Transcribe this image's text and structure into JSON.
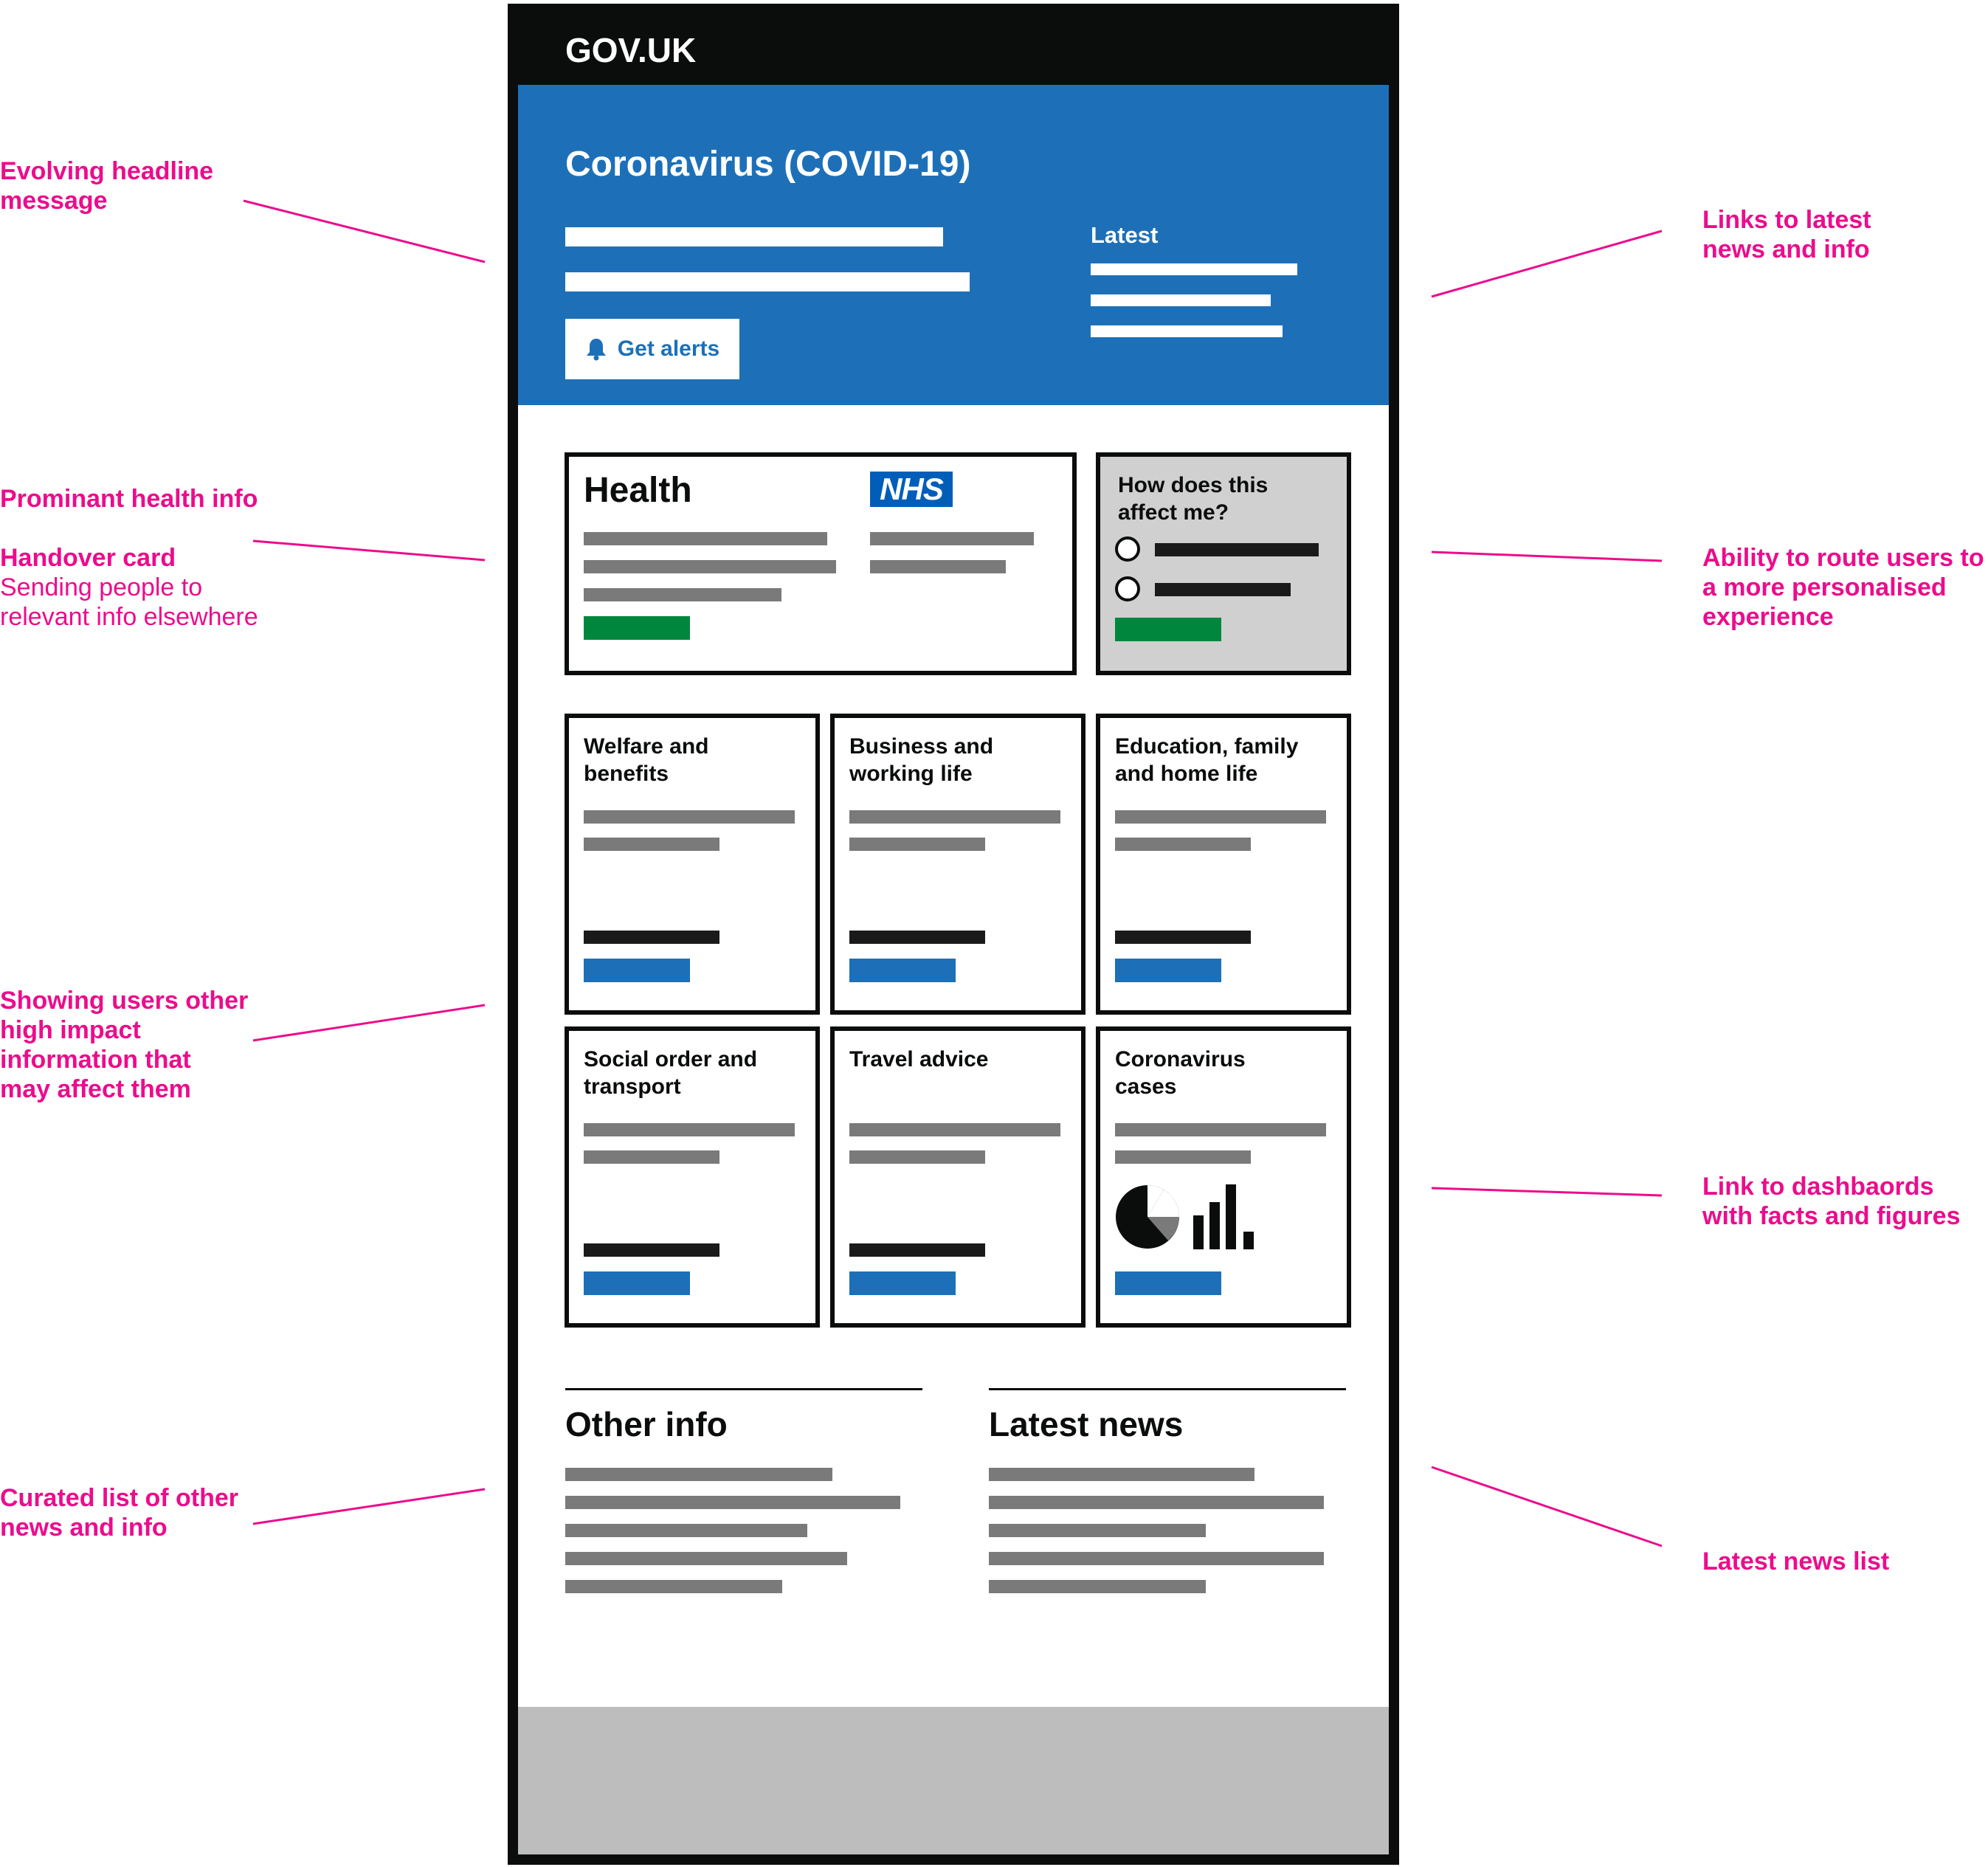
{
  "annotations": {
    "headline": [
      "Evolving headline",
      "message"
    ],
    "latest_links": [
      "Links to latest",
      "news and info"
    ],
    "health": [
      "Prominant health info"
    ],
    "handover": {
      "title": "Handover card",
      "lines": [
        "Sending people to",
        "relevant info elsewhere"
      ]
    },
    "personalised": [
      "Ability to route users to",
      "a more personalised",
      "experience"
    ],
    "other_impact": [
      "Showing users other",
      "high impact",
      "information that",
      "may affect them"
    ],
    "dashboards": [
      "Link to dashbaords",
      "with facts and figures"
    ],
    "curated": [
      "Curated list of other",
      "news and info"
    ],
    "latest_news_list": [
      "Latest news list"
    ]
  },
  "header": {
    "logo": "GOV.UK"
  },
  "hero": {
    "title": "Coronavirus (COVID-19)",
    "latest_label": "Latest",
    "alerts_button": "Get alerts",
    "alerts_icon": "bell-icon"
  },
  "health_card": {
    "title": "Health",
    "badge": "NHS"
  },
  "affect_card": {
    "title": [
      "How does this",
      "affect me?"
    ]
  },
  "topic_cards": [
    {
      "title": [
        "Welfare and",
        "benefits"
      ]
    },
    {
      "title": [
        "Business and",
        "working life"
      ]
    },
    {
      "title": [
        "Education, family",
        "and home life"
      ]
    },
    {
      "title": [
        "Social order and",
        "transport"
      ]
    },
    {
      "title": [
        "Travel advice"
      ]
    },
    {
      "title": [
        "Coronavirus",
        "cases"
      ],
      "icons": [
        "pie-chart-icon",
        "bar-chart-icon"
      ]
    }
  ],
  "sections": {
    "other_info": "Other info",
    "latest_news": "Latest news"
  },
  "colors": {
    "annotation": "#ec0c8c",
    "govuk_blue": "#1d70b8",
    "govuk_black": "#0b0c0c",
    "nhs_blue": "#005eb8",
    "green": "#00873d"
  }
}
